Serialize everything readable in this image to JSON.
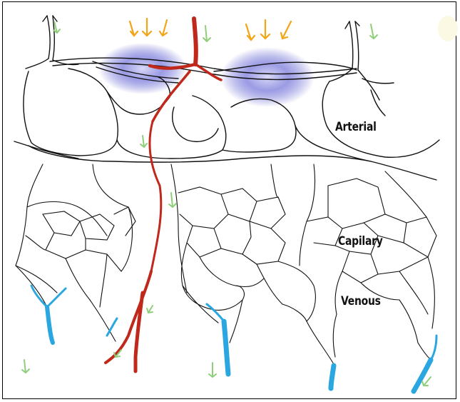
{
  "labels": {
    "arterial": "Arterial",
    "capillary": "Capilary",
    "venous": "Venous"
  },
  "colors": {
    "artery_red": "#c0281c",
    "vein_blue": "#2aa7e0",
    "vessel_outline": "#111111",
    "arrow_orange": "#f2a515",
    "arrow_green": "#8fcf7a",
    "glow_purple": "#5a5ad0"
  },
  "icons": {
    "incoming_arrows": "arrow-down-orange-icon",
    "flow_arrows": "arrow-down-green-icon"
  }
}
